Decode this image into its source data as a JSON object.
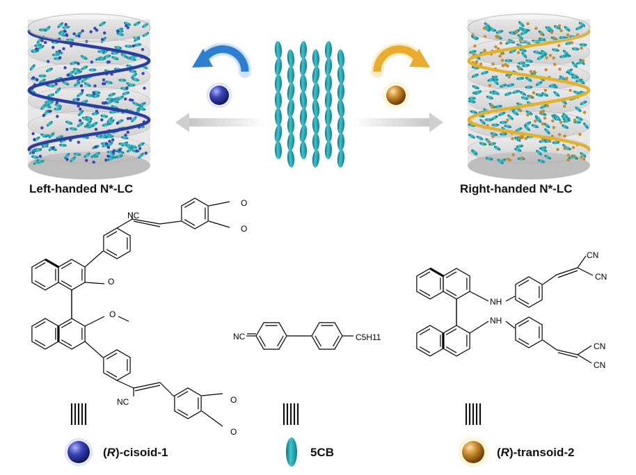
{
  "top": {
    "left_caption": "Left-handed N*-LC",
    "right_caption": "Right-handed N*-LC"
  },
  "colors": {
    "left_helix": "#2a3ea0",
    "right_helix": "#e2b22a",
    "lc_rod": "#1fa6b3",
    "left_dopant": "#3a45b5",
    "right_dopant": "#c98a2a",
    "arrow_blue": "#2f7fd0",
    "arrow_gold": "#e8ad2c"
  },
  "icons": {
    "left_rotation": "counterclockwise-arrow-icon",
    "right_rotation": "clockwise-arrow-icon",
    "left_arrow": "arrow-left-icon",
    "right_arrow": "arrow-right-icon"
  },
  "structures": {
    "left": {
      "groups": [
        "NC",
        "O",
        "O",
        "O",
        "O",
        "NC",
        "O",
        "O"
      ]
    },
    "middle": {
      "nc": "NC",
      "c5h11": "C5H11"
    },
    "right": {
      "cn1": "CN",
      "cn2": "CN",
      "nh1": "NH",
      "nh2": "NH",
      "cn3": "CN",
      "cn4": "CN"
    }
  },
  "legend": [
    {
      "prefix": "(",
      "italic": "R",
      "suffix": ")-cisoid-1"
    },
    {
      "prefix": "",
      "italic": "",
      "suffix": "5CB"
    },
    {
      "prefix": "(",
      "italic": "R",
      "suffix": ")-transoid-2"
    }
  ]
}
